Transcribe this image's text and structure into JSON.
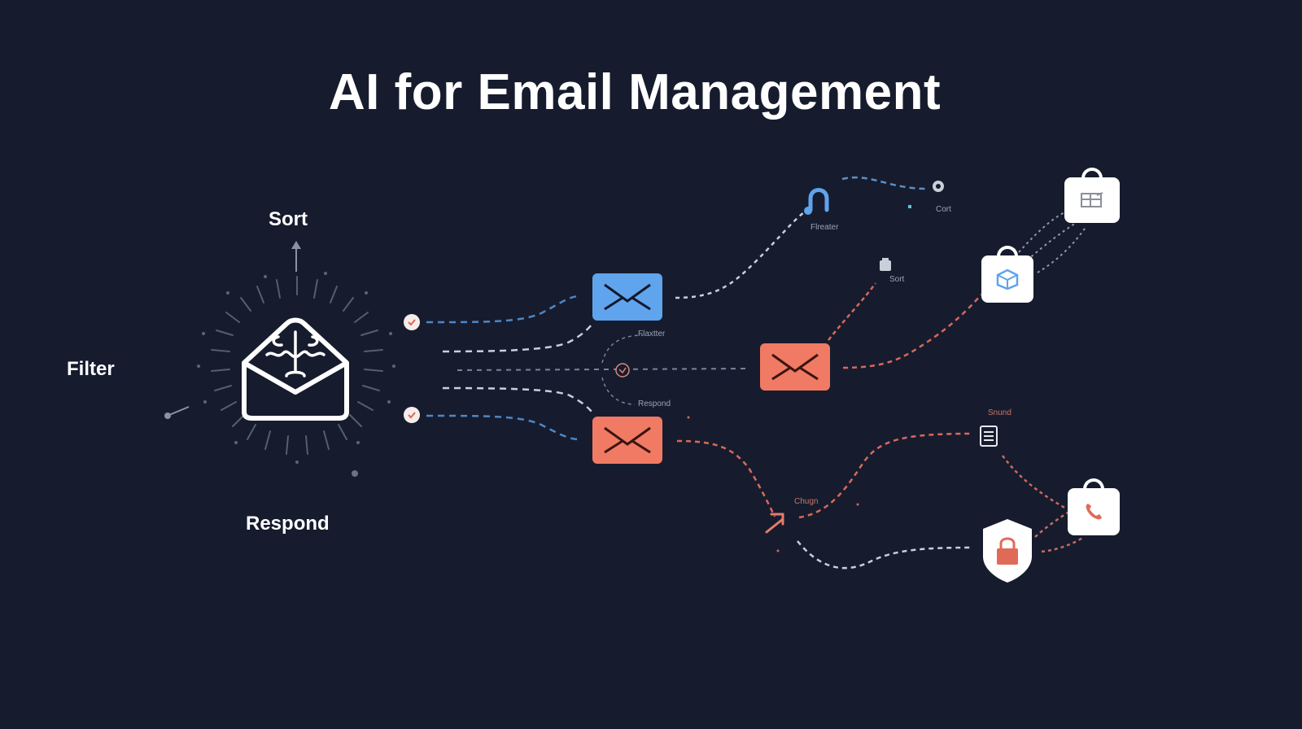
{
  "title": "AI for Email Management",
  "hub": {
    "labels": {
      "sort": "Sort",
      "filter": "Filter",
      "respond": "Respond"
    },
    "icon": "brain-envelope-icon"
  },
  "flow": {
    "branch_labels": {
      "upper": "Flaxtter",
      "lower": "Respond"
    },
    "envelopes": [
      {
        "name": "envelope-blue",
        "color": "#5fa4ec",
        "icon": "envelope-icon"
      },
      {
        "name": "envelope-red-middle",
        "color": "#f07a63",
        "icon": "envelope-icon"
      },
      {
        "name": "envelope-red-lower",
        "color": "#f07a63",
        "icon": "envelope-icon"
      }
    ],
    "nodes": {
      "magnet_label": "Flreater",
      "cort_label": "Cort",
      "sort_label": "Sort",
      "change_label": "Chugn",
      "sound_label": "Snund"
    },
    "end_items": [
      {
        "name": "table-bag",
        "icon": "table-icon"
      },
      {
        "name": "box-bag",
        "icon": "box-icon"
      },
      {
        "name": "phone-bag",
        "icon": "phone-icon"
      },
      {
        "name": "lock-shield",
        "icon": "lock-icon"
      },
      {
        "name": "document",
        "icon": "document-icon"
      }
    ]
  },
  "colors": {
    "background": "#161c2e",
    "blue": "#5fa4ec",
    "red": "#f07a63",
    "dash_light": "#c9cfdb",
    "dash_blue": "#4f86c4",
    "dash_red": "#d9685a",
    "text": "#ffffff"
  }
}
